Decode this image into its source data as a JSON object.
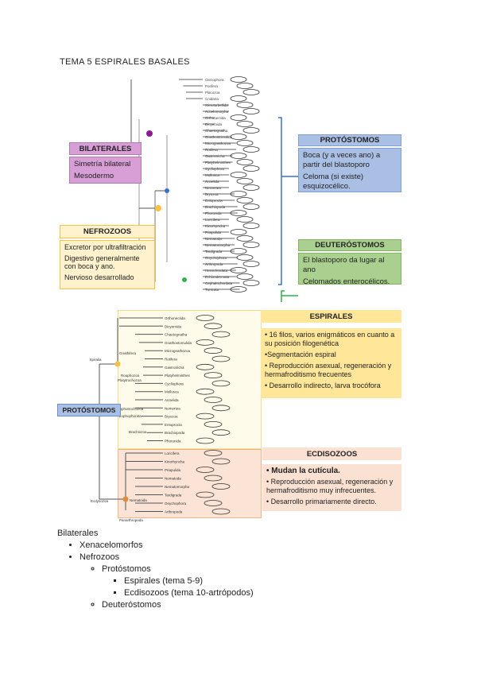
{
  "document_title": "TEMA 5 ESPIRALES BASALES",
  "figure1": {
    "taxa": [
      "Ctenophora",
      "Porifera",
      "Placozoa",
      "Cnidaria",
      "Xenoturbellida",
      "Acoelomorpha",
      "Orthonectida",
      "Dicyemida",
      "Chaetognatha",
      "Gnathostomulida",
      "Micrognathozoa",
      "Rotifera",
      "Gastrotricha",
      "Platyhelminthes",
      "Cycliophora",
      "Mollusca",
      "Annelida",
      "Nemertea",
      "Bryozoa",
      "Entoprocta",
      "Brachiopoda",
      "Phoronida",
      "Loricifera",
      "Kinorhyncha",
      "Priapulida",
      "Nematoda",
      "Nematomorpha",
      "Tardigrada",
      "Onychophora",
      "Arthropoda",
      "Hemichordata",
      "Echinodermata",
      "Cephalochordata",
      "Tunicata"
    ],
    "bilaterales": {
      "title": "BILATERALES",
      "lines": [
        "Simetría bilateral",
        "Mesodermo"
      ],
      "color": "#d79fd6",
      "node_color": "#8e1b8e"
    },
    "nefrozoos": {
      "title": "NEFROZOOS",
      "lines": [
        "Excretor por ultrafiltración",
        "Digestivo generalmente con boca y ano.",
        "Nervioso desarrollado"
      ],
      "color": "#fff2cc",
      "node_color": "#f5c242"
    },
    "protostomos": {
      "title": "PROTÓSTOMOS",
      "lines": [
        "Boca (y a veces ano) a partir del blastoporo",
        "Celoma (si existe) esquizocélico."
      ],
      "color": "#a9bfe4",
      "node_color": "#3a6fd0"
    },
    "deuterostomos": {
      "title": "DEUTERÓSTOMOS",
      "lines": [
        "El blastoporo da lugar al ano",
        "Celomados enterocélicos."
      ],
      "color": "#a9d08e",
      "node_color": "#2db34a"
    }
  },
  "figure2": {
    "spiralia_taxa": [
      "Orthonectida",
      "Dicyemida",
      "Chaetognatha",
      "Gnathostomulida",
      "Micrognathozoa",
      "Rotifera",
      "Gastrotricha",
      "Platyhelminthes",
      "Cycliophora",
      "Mollusca",
      "Annelida",
      "Nemertea",
      "Bryozoa",
      "Entoprocta",
      "Brachiopoda",
      "Phoronida"
    ],
    "ecdysozoa_taxa": [
      "Loricifera",
      "Kinorhyncha",
      "Priapulida",
      "Nematoda",
      "Nematomorpha",
      "Tardigrada",
      "Onychophora",
      "Arthropoda"
    ],
    "clade_labels": [
      "Spiralia",
      "Gnathifera",
      "Rouphozoa",
      "Platytrochozoa",
      "Lophotrochozoa",
      "Lophophorata",
      "Brachiozoa",
      "Ecdysozoa",
      "Nematoida",
      "Panarthropoda"
    ],
    "protostomos_label": "PROTÓSTOMOS",
    "espirales": {
      "title": "ESPIRALES",
      "lines": [
        "• 16 filos, varios enigmáticos en cuanto a su posición filogenética",
        "•Segmentación espiral",
        "• Reproducción asexual, regeneración y hermafroditismo frecuentes",
        "• Desarrollo indirecto, larva trocófora"
      ],
      "color": "#ffe699"
    },
    "ecdisozoos": {
      "title": "ECDISOZOOS",
      "lines_bold": "• Mudan la cutícula.",
      "lines": [
        "• Reproducción asexual, regeneración y hermafroditismo muy infrecuentes.",
        "• Desarrollo primariamente directo."
      ],
      "color": "#fbe1d2"
    }
  },
  "outline": {
    "root": "Bilaterales",
    "l1": [
      "Xenacelomorfos",
      "Nefrozoos"
    ],
    "l2": [
      "Protóstomos",
      "Deuteróstomos"
    ],
    "l3": [
      "Espirales (tema 5-9)",
      "Ecdisozoos (tema 10-artrópodos)"
    ]
  }
}
